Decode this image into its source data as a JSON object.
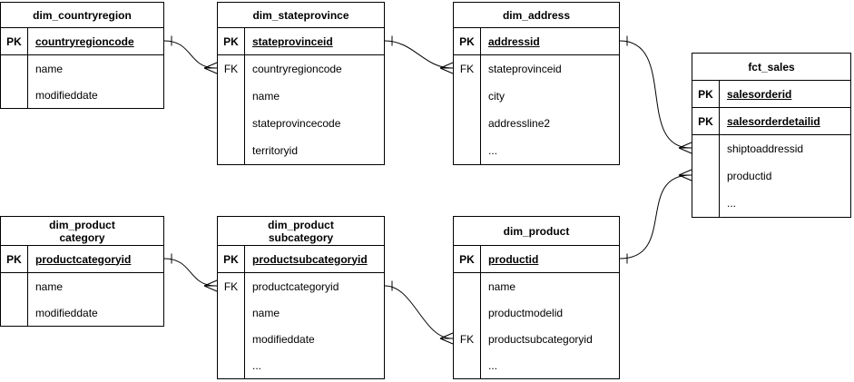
{
  "diagram": {
    "colors": {
      "background": "#ffffff",
      "line": "#000000",
      "text": "#000000"
    },
    "tables": [
      {
        "title": "dim_countryregion",
        "rows": [
          {
            "key": "PK",
            "name": "countryregioncode"
          },
          {
            "key": "",
            "name": "name"
          },
          {
            "key": "",
            "name": "modifieddate"
          }
        ]
      },
      {
        "title": "dim_stateprovince",
        "rows": [
          {
            "key": "PK",
            "name": "stateprovinceid"
          },
          {
            "key": "FK",
            "name": "countryregioncode"
          },
          {
            "key": "",
            "name": "name"
          },
          {
            "key": "",
            "name": "stateprovincecode"
          },
          {
            "key": "",
            "name": "territoryid"
          }
        ]
      },
      {
        "title": "dim_address",
        "rows": [
          {
            "key": "PK",
            "name": "addressid"
          },
          {
            "key": "FK",
            "name": "stateprovinceid"
          },
          {
            "key": "",
            "name": "city"
          },
          {
            "key": "",
            "name": "addressline2"
          },
          {
            "key": "",
            "name": "..."
          }
        ]
      },
      {
        "title": "fct_sales",
        "rows": [
          {
            "key": "PK",
            "name": "salesorderid"
          },
          {
            "key": "PK",
            "name": "salesorderdetailid"
          },
          {
            "key": "",
            "name": "shiptoaddressid"
          },
          {
            "key": "",
            "name": "productid"
          },
          {
            "key": "",
            "name": "..."
          }
        ]
      },
      {
        "title": "dim_product\ncategory",
        "rows": [
          {
            "key": "PK",
            "name": "productcategoryid"
          },
          {
            "key": "",
            "name": "name"
          },
          {
            "key": "",
            "name": "modifieddate"
          }
        ]
      },
      {
        "title": "dim_product\nsubcategory",
        "rows": [
          {
            "key": "PK",
            "name": "productsubcategoryid"
          },
          {
            "key": "FK",
            "name": "productcategoryid"
          },
          {
            "key": "",
            "name": "name"
          },
          {
            "key": "",
            "name": "modifieddate"
          },
          {
            "key": "",
            "name": "..."
          }
        ]
      },
      {
        "title": "dim_product",
        "rows": [
          {
            "key": "PK",
            "name": "productid"
          },
          {
            "key": "",
            "name": "name"
          },
          {
            "key": "",
            "name": "productmodelid"
          },
          {
            "key": "FK",
            "name": "productsubcategoryid"
          },
          {
            "key": "",
            "name": "..."
          }
        ]
      }
    ],
    "relationships": [
      {
        "from_table": "dim_countryregion",
        "from_field": "countryregioncode",
        "to_table": "dim_stateprovince",
        "to_field": "countryregioncode",
        "from_cardinality": "one",
        "to_cardinality": "many"
      },
      {
        "from_table": "dim_stateprovince",
        "from_field": "stateprovinceid",
        "to_table": "dim_address",
        "to_field": "stateprovinceid",
        "from_cardinality": "one",
        "to_cardinality": "many"
      },
      {
        "from_table": "dim_address",
        "from_field": "addressid",
        "to_table": "fct_sales",
        "to_field": "shiptoaddressid",
        "from_cardinality": "one",
        "to_cardinality": "many"
      },
      {
        "from_table": "dim_product",
        "from_field": "productid",
        "to_table": "fct_sales",
        "to_field": "productid",
        "from_cardinality": "one",
        "to_cardinality": "many"
      },
      {
        "from_table": "dim_productcategory",
        "from_field": "productcategoryid",
        "to_table": "dim_productsubcategory",
        "to_field": "productcategoryid",
        "from_cardinality": "one",
        "to_cardinality": "many"
      },
      {
        "from_table": "dim_productsubcategory",
        "from_field": "productsubcategoryid",
        "to_table": "dim_product",
        "to_field": "productsubcategoryid",
        "from_cardinality": "one",
        "to_cardinality": "many"
      }
    ]
  }
}
